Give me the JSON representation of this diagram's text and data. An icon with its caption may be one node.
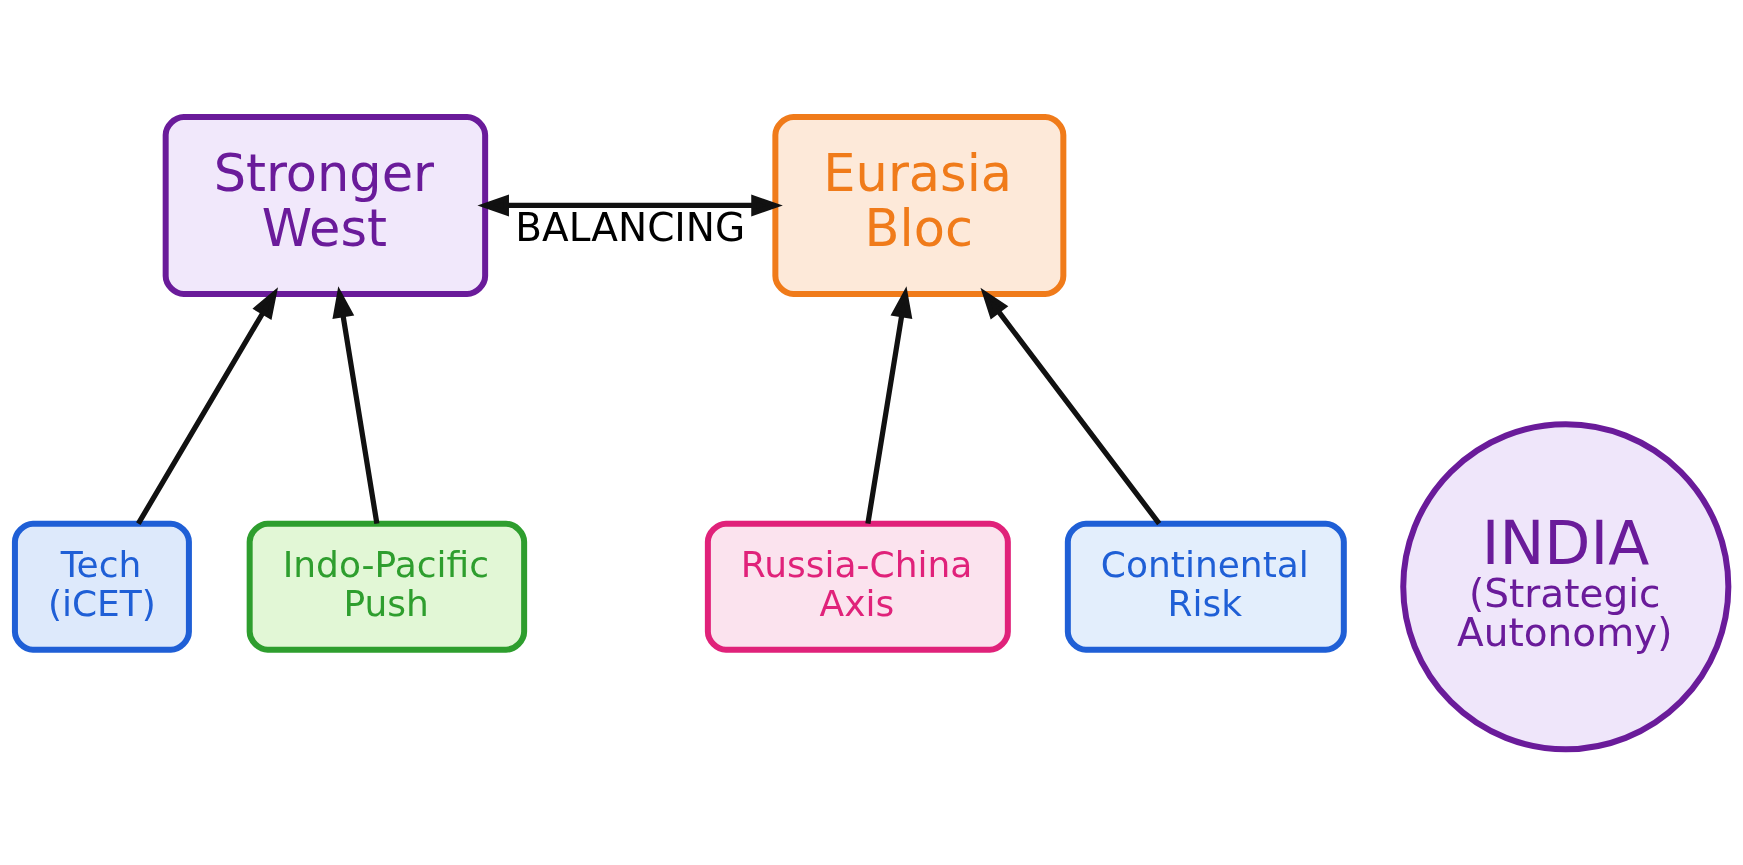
{
  "diagram": {
    "nodes": [
      {
        "text": [
          "Stronger West"
        ]
      },
      {
        "text": [
          "Eurasia Bloc"
        ]
      },
      {
        "text": [
          "INDIA",
          "(Strategic Autonomy)"
        ]
      },
      {
        "text": [
          "Tech (iCET)"
        ]
      },
      {
        "text": [
          "Indo-Pacific Push"
        ]
      },
      {
        "text": [
          "Russia-China Axis"
        ]
      },
      {
        "text": [
          "Continental Risk"
        ]
      }
    ],
    "edges": [
      {
        "from": 0,
        "to": 1,
        "arrow": "both",
        "label": "BALANCING"
      },
      {
        "from": 3,
        "to": 0,
        "arrow": "to"
      },
      {
        "from": 4,
        "to": 0,
        "arrow": "to"
      },
      {
        "from": 5,
        "to": 1,
        "arrow": "to"
      },
      {
        "from": 6,
        "to": 1,
        "arrow": "to"
      }
    ]
  }
}
